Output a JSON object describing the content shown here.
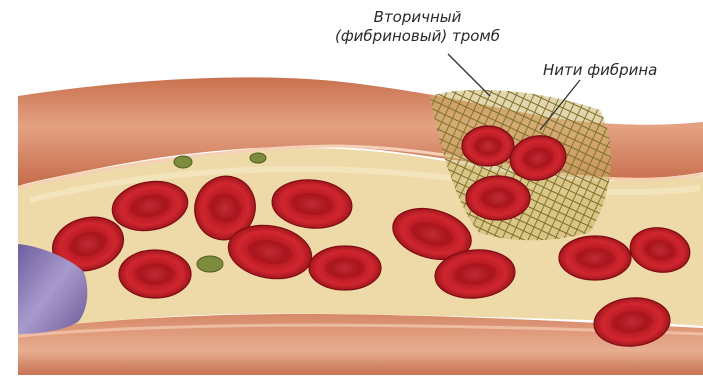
{
  "labels": {
    "secondary_thrombus_line1": "Вторичный",
    "secondary_thrombus_line2": "(фибриновый) тромб",
    "fibrin_threads": "Нити фибрина"
  },
  "colors": {
    "vessel_wall": "#d98a6c",
    "vessel_wall_dark": "#b8603e",
    "vessel_wall_light": "#e9a98c",
    "plasma": "#efdcaa",
    "rbc": "#c8202a",
    "rbc_dark": "#8e1016",
    "rbc_center": "#e0404a",
    "platelet": "#7a8a3a",
    "fibrin_mesh": "#8a7a30",
    "catheter": "#8a7ab0",
    "leader_line": "#333333"
  }
}
